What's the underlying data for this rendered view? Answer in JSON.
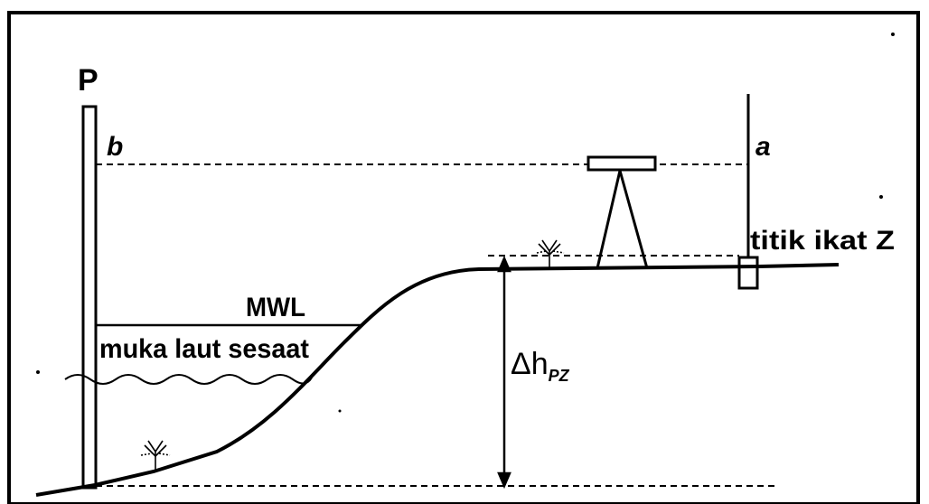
{
  "labels": {
    "p": "P",
    "b": "b",
    "a": "a",
    "z": "titik ikat Z",
    "mwl": "MWL",
    "sea": "muka laut sesaat",
    "dh": "Δh",
    "dh_sub": "PZ"
  },
  "colors": {
    "ink": "#000000",
    "paper": "#ffffff"
  }
}
